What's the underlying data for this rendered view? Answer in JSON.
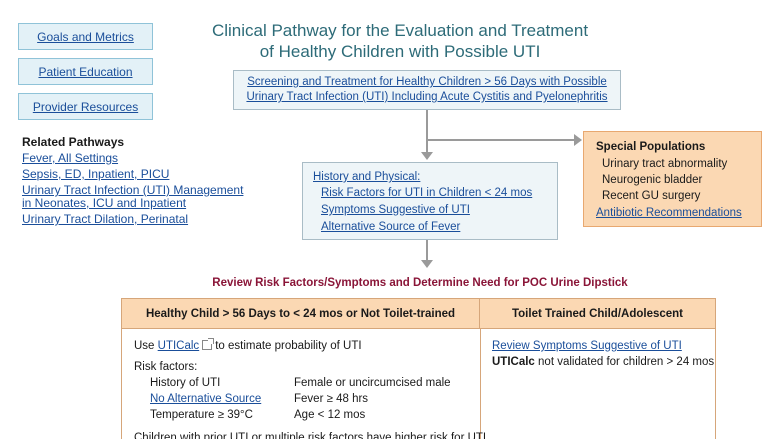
{
  "nav": {
    "goals": "Goals and Metrics",
    "education": "Patient Education",
    "resources": "Provider Resources"
  },
  "related": {
    "title": "Related Pathways",
    "items": [
      "Fever, All Settings",
      "Sepsis, ED, Inpatient, PICU",
      "Urinary Tract Infection (UTI) Management",
      "in Neonates, ICU and Inpatient",
      "Urinary Tract Dilation, Perinatal"
    ]
  },
  "title": {
    "line1": "Clinical Pathway for the Evaluation and Treatment",
    "line2": "of Healthy Children with Possible UTI"
  },
  "screening": {
    "line1": "Screening and Treatment for Healthy Children > 56 Days with Possible",
    "line2": "Urinary Tract Infection (UTI) Including Acute Cystitis and Pyelonephritis"
  },
  "history": {
    "title": "History and Physical:",
    "items": [
      "Risk Factors for UTI in Children < 24 mos",
      "Symptoms Suggestive of UTI",
      "Alternative Source of Fever"
    ]
  },
  "special": {
    "title": "Special Populations",
    "items": [
      "Urinary tract abnormality",
      "Neurogenic bladder",
      "Recent GU surgery"
    ],
    "link": "Antibiotic Recommendations"
  },
  "review": "Review Risk Factors/Symptoms and Determine Need for POC Urine Dipstick",
  "table": {
    "col1_head": "Healthy Child > 56 Days to < 24 mos or Not Toilet-trained",
    "col2_head": "Toilet Trained Child/Adolescent",
    "use_prefix": "Use",
    "uticalc_link": "UTICalc",
    "use_suffix": "to estimate probability of UTI",
    "risk_label": "Risk factors:",
    "risk_left": [
      "History of UTI",
      "No Alternative Source",
      "Temperature ≥ 39°C"
    ],
    "risk_right": [
      "Female or uncircumcised male",
      "Fever ≥ 48 hrs",
      "Age < 12 mos"
    ],
    "footer": "Children with prior UTI or multiple risk factors have higher risk for UTI",
    "col2_link": "Review Symptoms Suggestive of UTI",
    "col2_bold": "UTICalc",
    "col2_note": "not validated for children > 24 mos"
  },
  "colors": {
    "title": "#2d6b78",
    "link": "#1a4e9a",
    "review": "#8a1538",
    "orange_fill": "#fbd8b3"
  }
}
